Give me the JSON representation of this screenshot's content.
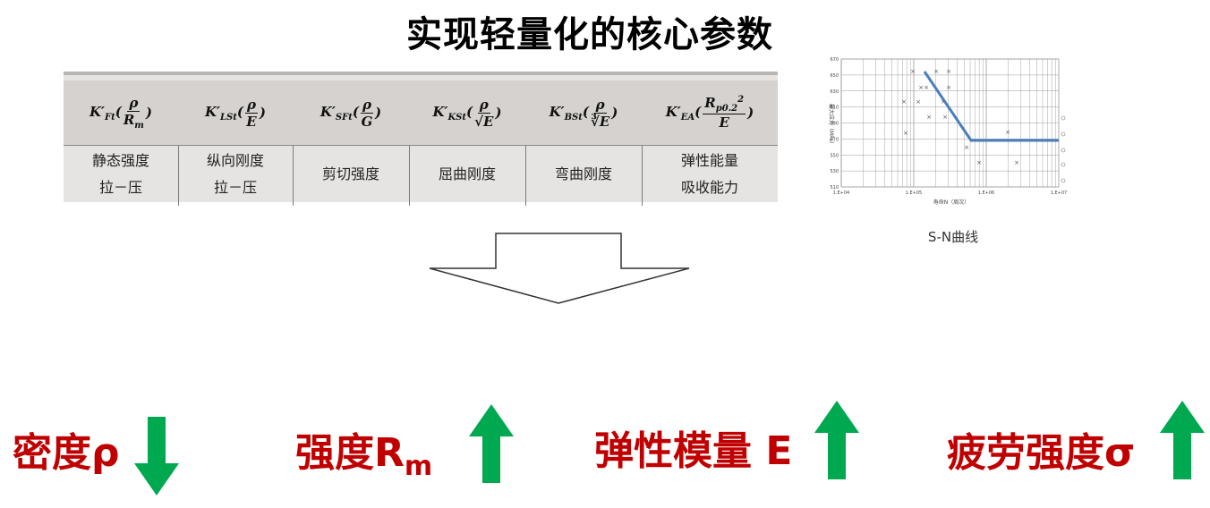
{
  "title": "实现轻量化的核心参数",
  "table": {
    "columns": [
      {
        "formula": "K'Ft(ρ/Rm)",
        "lines": [
          "静态强度",
          "拉－压"
        ]
      },
      {
        "formula": "K'LSt(ρ/E)",
        "lines": [
          "纵向刚度",
          "拉－压"
        ]
      },
      {
        "formula": "K'SFt(ρ/G)",
        "lines": [
          "剪切强度"
        ]
      },
      {
        "formula": "K'KSt(ρ/√E)",
        "lines": [
          "屈曲刚度"
        ]
      },
      {
        "formula": "K'BSt(ρ/∛E)",
        "lines": [
          "弯曲刚度"
        ]
      },
      {
        "formula": "K'EA(Rp0.2²/E)",
        "lines": [
          "弹性能量",
          "吸收能力"
        ]
      }
    ]
  },
  "sn_chart": {
    "caption": "S-N曲线",
    "y_ticks": [
      "670",
      "650",
      "630",
      "610",
      "590",
      "570",
      "550",
      "530",
      "510"
    ],
    "x_ticks": [
      "1.E+04",
      "1.E+05",
      "1.E+06",
      "1.E+07"
    ],
    "xlabel": "寿命N（周次）",
    "ylabel": "最大应力（MPa）",
    "colors": {
      "curve": "#4a7ebb",
      "grid": "#9a9a9a"
    }
  },
  "properties": [
    {
      "label": "密度ρ",
      "direction": "down"
    },
    {
      "label_main": "强度R",
      "label_sub": "m",
      "direction": "up"
    },
    {
      "label": "弹性模量 E",
      "direction": "up"
    },
    {
      "label": "疲劳强度σ",
      "direction": "up"
    }
  ],
  "colors": {
    "label": "#c00000",
    "arrow": "#00a850"
  }
}
